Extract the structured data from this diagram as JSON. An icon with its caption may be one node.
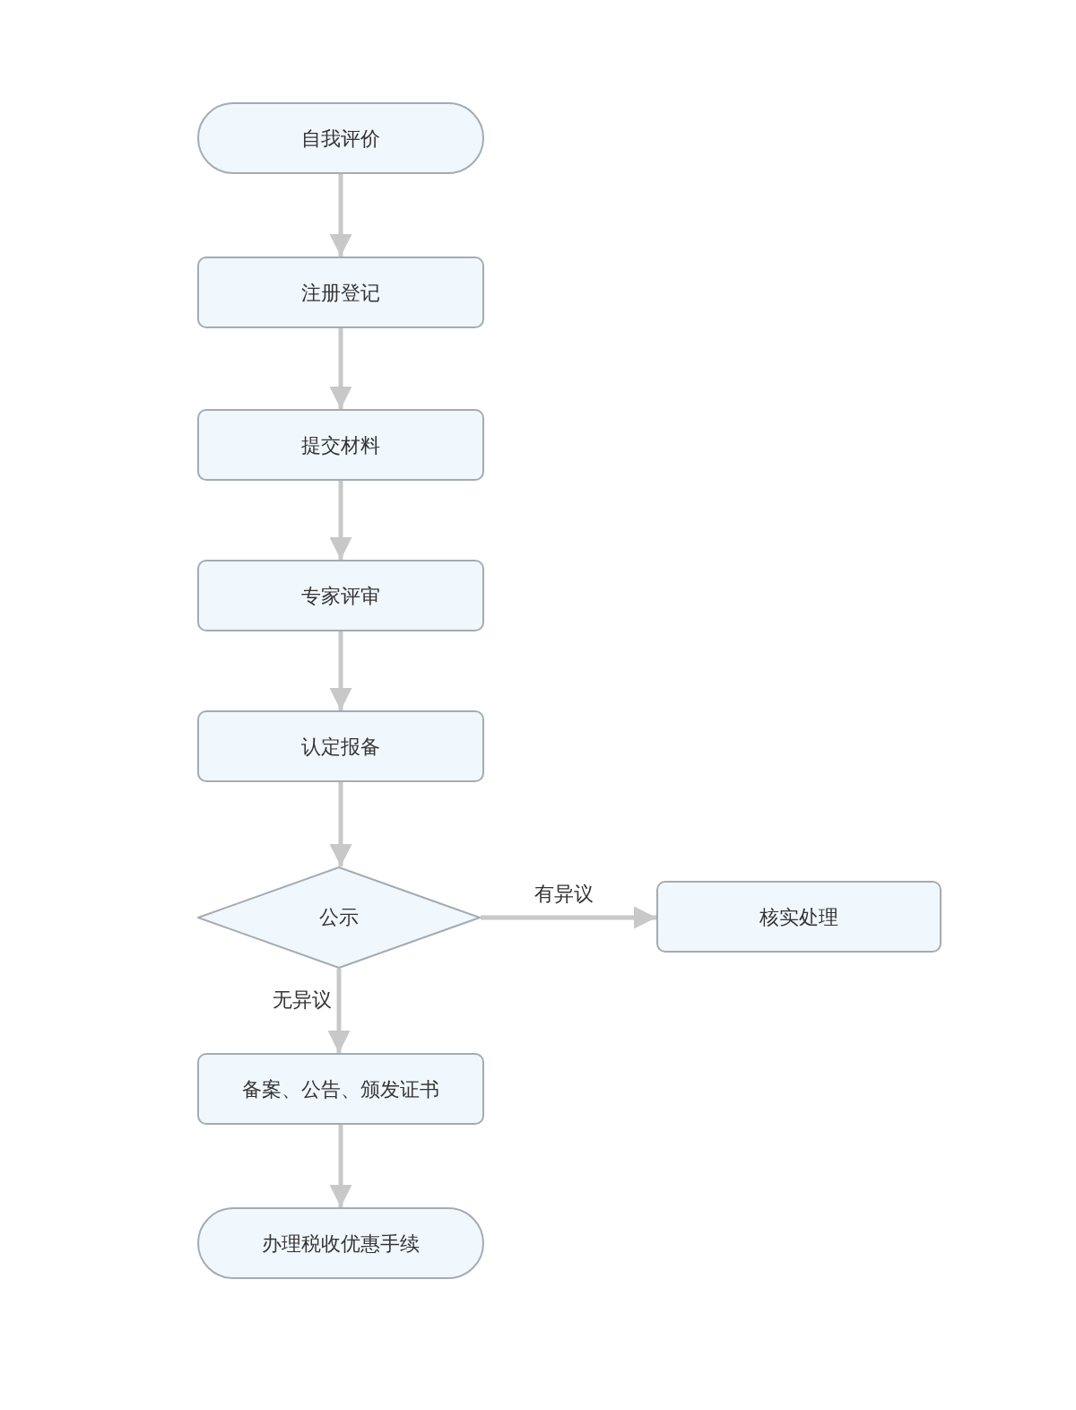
{
  "diagram": {
    "nodes": [
      {
        "text": [
          "自我评价"
        ]
      },
      {
        "text": [
          "注册登记"
        ]
      },
      {
        "text": [
          "提交材料"
        ]
      },
      {
        "text": [
          "专家评审"
        ]
      },
      {
        "text": [
          "认定报备"
        ]
      },
      {
        "text": [
          "公示"
        ]
      },
      {
        "text": [
          "核实处理"
        ]
      },
      {
        "text": [
          "备案、公告、颁发证书"
        ]
      },
      {
        "text": [
          "办理税收优惠手续"
        ]
      }
    ],
    "edges": [
      {
        "from": 0,
        "to": 1,
        "arrow": "to"
      },
      {
        "from": 1,
        "to": 2,
        "arrow": "to"
      },
      {
        "from": 2,
        "to": 3,
        "arrow": "to"
      },
      {
        "from": 3,
        "to": 4,
        "arrow": "to"
      },
      {
        "from": 4,
        "to": 5,
        "arrow": "to"
      },
      {
        "from": 5,
        "to": 6,
        "arrow": "to",
        "label": "有异议"
      },
      {
        "from": 5,
        "to": 7,
        "arrow": "to",
        "label": "无异议"
      },
      {
        "from": 7,
        "to": 8,
        "arrow": "to"
      }
    ]
  }
}
